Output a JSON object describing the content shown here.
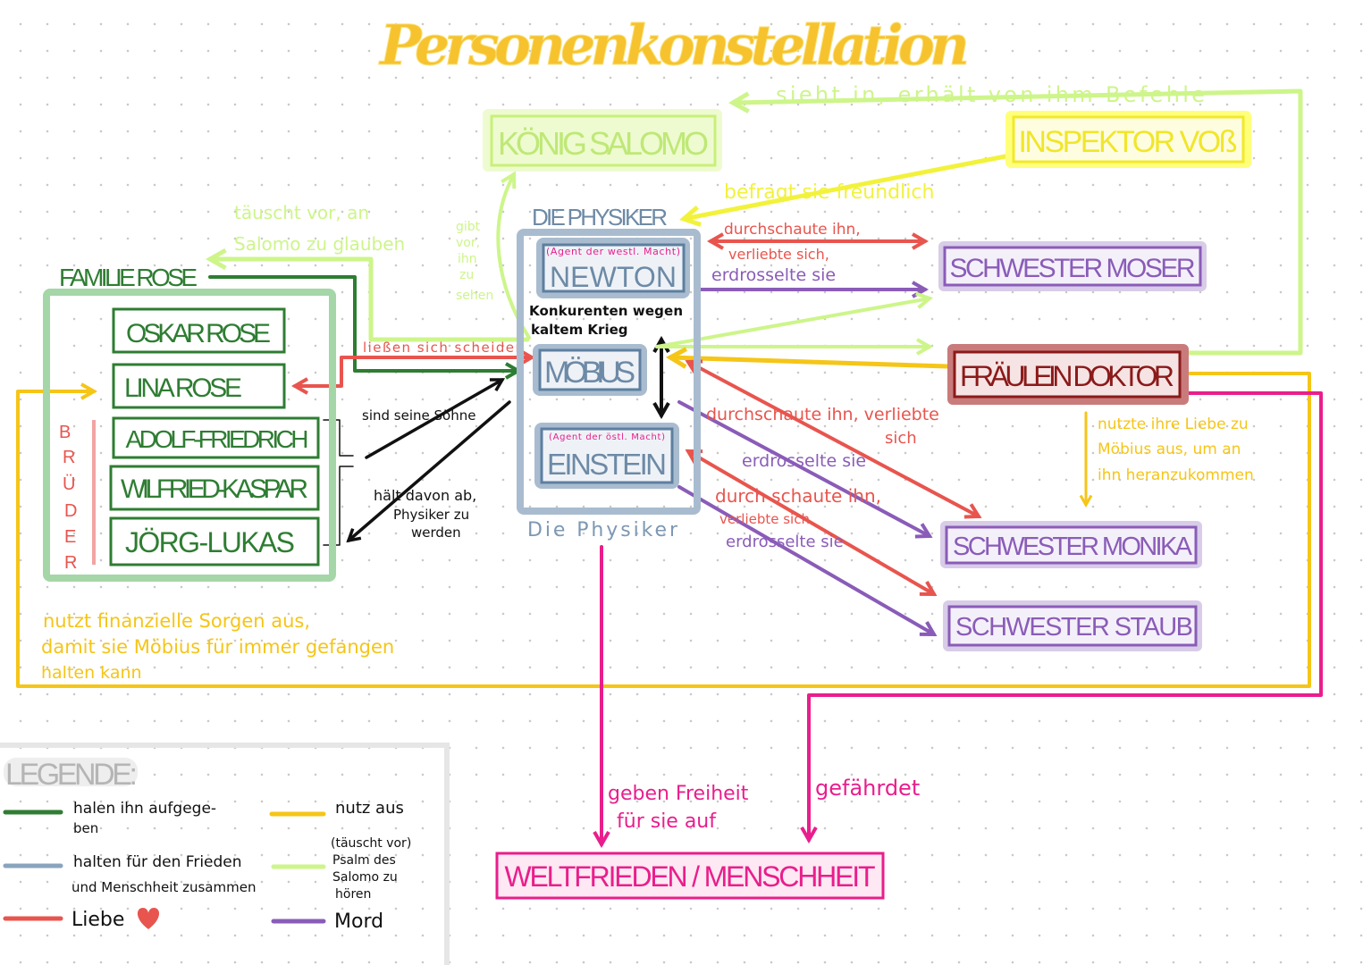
{
  "title": "Personenkonstellation",
  "colors": {
    "title": "#f6c22e",
    "aufgegeben": "#2e7d32",
    "zusammen": "#8aa4bd",
    "liebe": "#e8554e",
    "nutzt_aus": "#f5c518",
    "taeuscht_vor": "#cdf58a",
    "mord": "#8a5cb8",
    "gefaehrdet": "#e91e8c",
    "inspektor": "#f2f23c"
  },
  "boxes": {
    "salomo": "KÖNIG SALOMO",
    "inspektor": "INSPEKTOR VOß",
    "physiker_heading": "DIE PHYSIKER",
    "physiker_footer": "Die Physiker",
    "newton": "NEWTON",
    "newton_note": "(Agent der westl. Macht)",
    "moebius": "MÖBIUS",
    "einstein": "EINSTEIN",
    "einstein_note": "(Agent der östl. Macht)",
    "familie": "FAMILIE ROSE",
    "oskar": "OSKAR ROSE",
    "lina": "LINA ROSE",
    "adolf": "ADOLF-FRIEDRICH",
    "wilfried": "WILFRIED-KASPAR",
    "joerg": "JÖRG-LUKAS",
    "brueder": [
      "B",
      "R",
      "Ü",
      "D",
      "E",
      "R"
    ],
    "moser": "SCHWESTER MOSER",
    "doktor": "FRÄULEIN DOKTOR",
    "monika": "SCHWESTER MONIKA",
    "staub": "SCHWESTER STAUB",
    "weltfrieden": "WELTFRIEDEN / MENSCHHEIT"
  },
  "relations": {
    "sieht_in": "sieht in, erhält von ihm Befehle",
    "befragt": "befragt sie freundlich",
    "taeuscht_1": "täuscht vor, an",
    "taeuscht_2": "Salomo zu glauben",
    "gibt_vor": [
      "gibt",
      "vor,",
      "ihn",
      "zu",
      "sehen"
    ],
    "scheiden": "ließen sich scheiden",
    "soehne": "sind seine Söhne",
    "haelt_1": "hält davon ab,",
    "haelt_2": "Physiker zu",
    "haelt_3": "werden",
    "konkurrenten_1": "Konkurenten wegen",
    "konkurrenten_2": "kaltem Krieg",
    "moser_liebe_1": "durchschaute ihn,",
    "moser_liebe_2": "verliebte sich,",
    "moser_mord": "erdrosselte sie",
    "monika_liebe_1": "durchschaute ihn, verliebte",
    "monika_liebe_2": "sich",
    "monika_mord": "erdrosselte sie",
    "staub_liebe_1": "durch schaute ihn,",
    "staub_liebe_2": "verliebte sich",
    "staub_mord": "erdrosselte sie",
    "nutzte_1": "nutzte ihre Liebe zu",
    "nutzte_2": "Möbius aus, um an",
    "nutzte_3": "ihn heranzukommen",
    "finanz_1": "nutzt finanzielle Sorgen aus,",
    "finanz_2": "damit sie Möbius für immer gefangen",
    "finanz_3": "halten kann",
    "freiheit_1": "geben Freiheit",
    "freiheit_2": "für sie auf",
    "gefaehrdet": "gefährdet"
  },
  "legend": {
    "heading": "LEGENDE:",
    "items": [
      {
        "label": [
          "halen ihn aufgege-",
          "ben"
        ],
        "color": "#2e7d32"
      },
      {
        "label": [
          "halten für den Frieden",
          "und Menschheit zusammen"
        ],
        "color": "#8aa4bd"
      },
      {
        "label": [
          "Liebe"
        ],
        "color": "#e8554e",
        "icon": "heart-icon"
      },
      {
        "label": [
          "nutz aus"
        ],
        "color": "#f5c518"
      },
      {
        "label": [
          "(täuscht vor)",
          "Psalm des",
          "Salomo zu",
          "hören"
        ],
        "color": "#cdf58a"
      },
      {
        "label": [
          "Mord"
        ],
        "color": "#8a5cb8"
      }
    ]
  }
}
